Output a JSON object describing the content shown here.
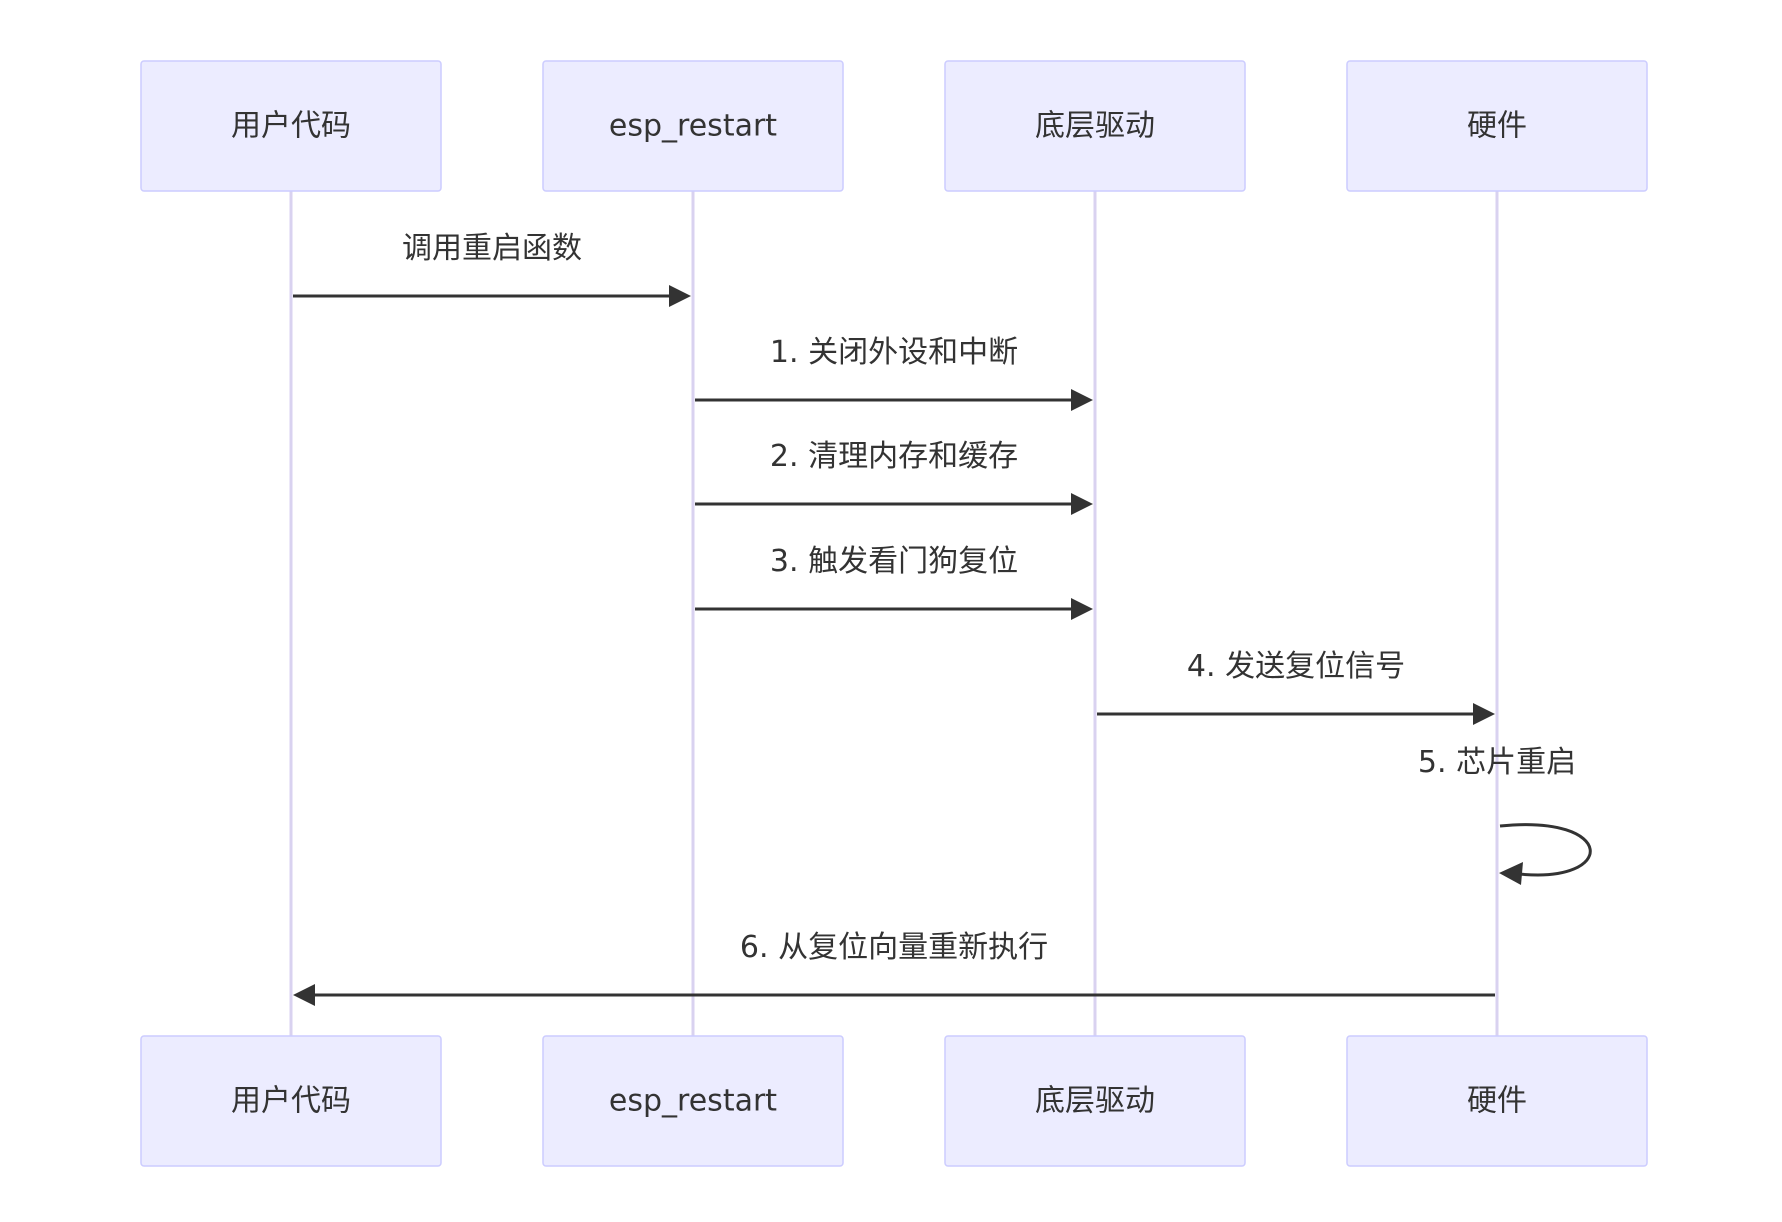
{
  "diagram": {
    "type": "sequence",
    "participants": [
      {
        "id": "user",
        "label": "用户代码"
      },
      {
        "id": "esp",
        "label": "esp_restart"
      },
      {
        "id": "driver",
        "label": "底层驱动"
      },
      {
        "id": "hw",
        "label": "硬件"
      }
    ],
    "messages": [
      {
        "from": "user",
        "to": "esp",
        "label": "调用重启函数"
      },
      {
        "from": "esp",
        "to": "driver",
        "label": "1. 关闭外设和中断"
      },
      {
        "from": "esp",
        "to": "driver",
        "label": "2. 清理内存和缓存"
      },
      {
        "from": "esp",
        "to": "driver",
        "label": "3. 触发看门狗复位"
      },
      {
        "from": "driver",
        "to": "hw",
        "label": "4. 发送复位信号"
      },
      {
        "from": "hw",
        "to": "hw",
        "label": "5. 芯片重启"
      },
      {
        "from": "hw",
        "to": "user",
        "label": "6. 从复位向量重新执行"
      }
    ],
    "colors": {
      "actor_fill": "#ECECFF",
      "actor_stroke": "#CCCCFF",
      "lifeline": "#D9D2F0",
      "message_line": "#333333",
      "text": "#333333"
    }
  }
}
